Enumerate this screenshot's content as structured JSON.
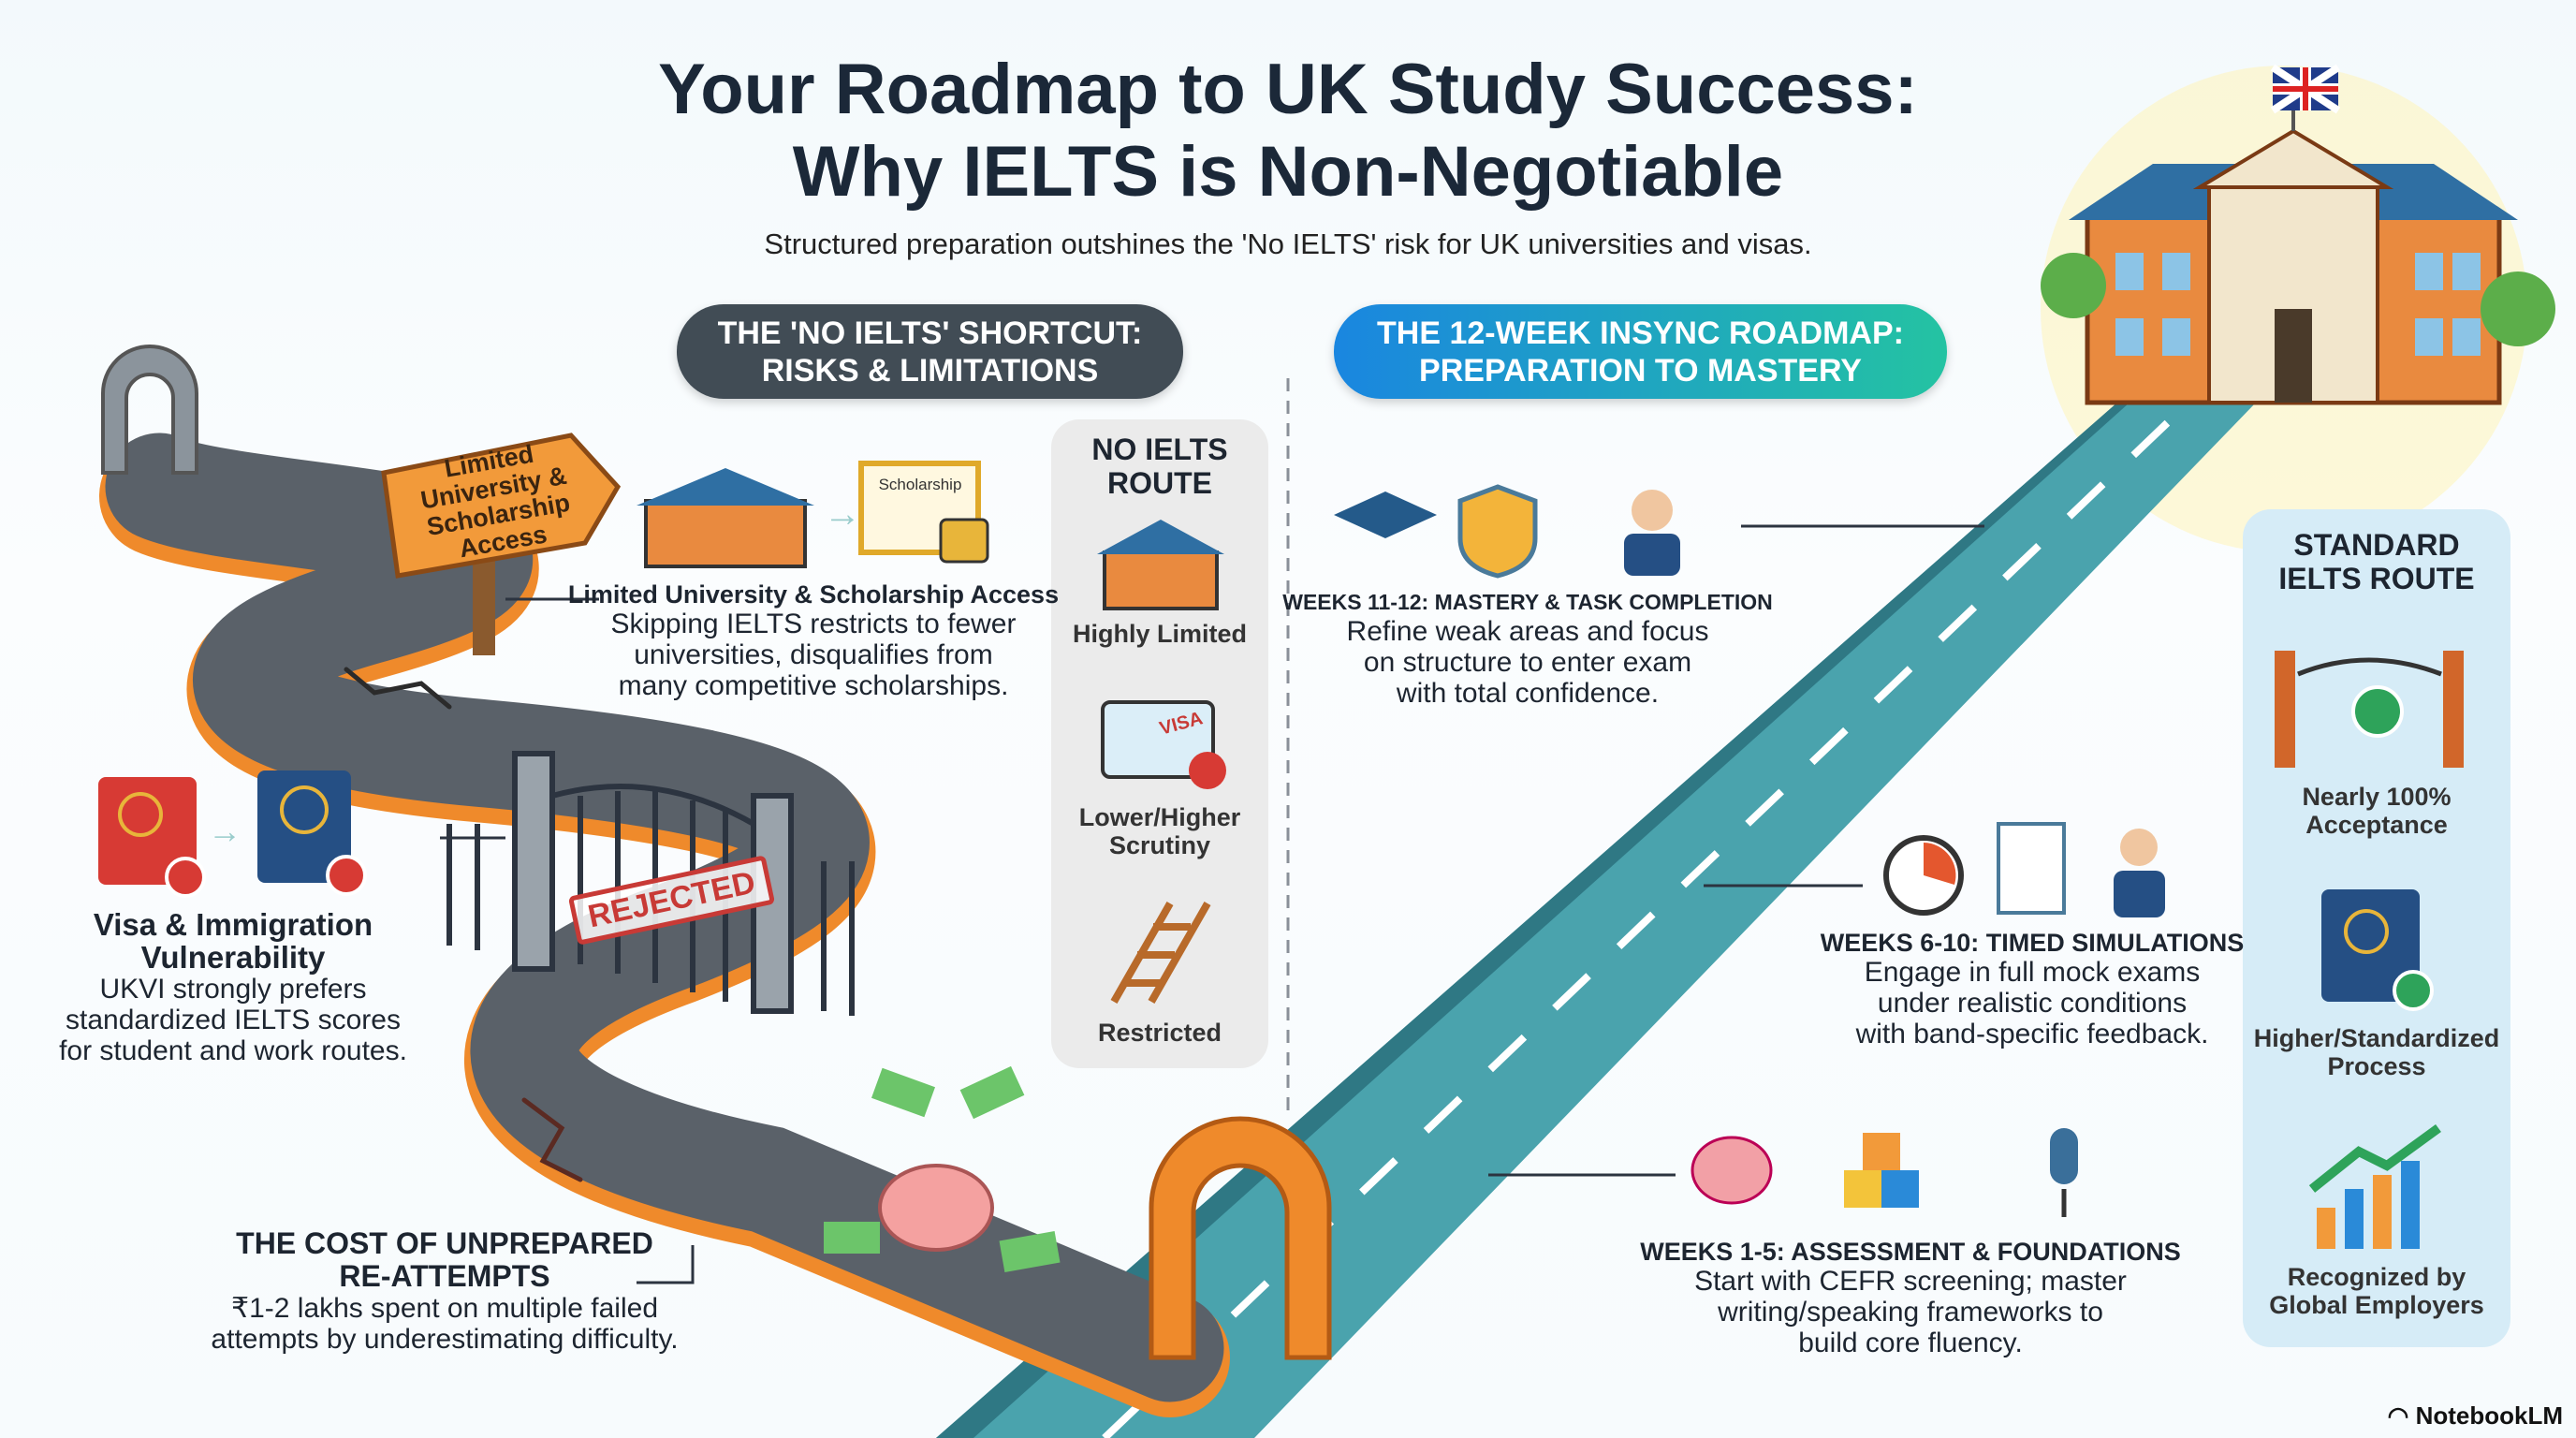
{
  "header": {
    "title_line1": "Your Roadmap to UK Study Success:",
    "title_line2": "Why IELTS is Non-Negotiable",
    "subtitle": "Structured preparation outshines the 'No IELTS' risk for UK universities and visas."
  },
  "left_section": {
    "pill_line1": "THE 'NO IELTS' SHORTCUT:",
    "pill_line2": "RISKS & LIMITATIONS",
    "signpost": "Limited University & Scholarship Access",
    "stamp": "REJECTED",
    "scholarship_label": "Scholarship",
    "items": [
      {
        "title": "Limited University & Scholarship Access",
        "body": [
          "Skipping IELTS restricts to fewer",
          "universities, disqualifies from",
          "many competitive scholarships."
        ]
      },
      {
        "title": [
          "Visa & Immigration",
          "Vulnerability"
        ],
        "body": [
          "UKVI strongly prefers",
          "standardized IELTS scores",
          "for student and work routes."
        ]
      },
      {
        "title": [
          "THE COST OF UNPREPARED",
          "RE-ATTEMPTS"
        ],
        "body": [
          "₹1-2 lakhs spent on multiple failed",
          "attempts by underestimating difficulty."
        ]
      }
    ]
  },
  "no_ielts_panel": {
    "title": [
      "NO IELTS",
      "ROUTE"
    ],
    "items": [
      {
        "icon": "school-icon",
        "label": [
          "Highly Limited"
        ]
      },
      {
        "icon": "visa-icon",
        "label": [
          "Lower/Higher",
          "Scrutiny"
        ],
        "stamp": "VISA"
      },
      {
        "icon": "ladder-icon",
        "label": [
          "Restricted"
        ]
      }
    ]
  },
  "right_section": {
    "pill_line1": "THE 12-WEEK INSYNC ROADMAP:",
    "pill_line2": "PREPARATION TO MASTERY",
    "stages": [
      {
        "title": "WEEKS 11-12: MASTERY & TASK COMPLETION",
        "body": [
          "Refine weak areas and focus",
          "on structure to enter exam",
          "with total confidence."
        ]
      },
      {
        "title": "WEEKS 6-10: TIMED SIMULATIONS",
        "body": [
          "Engage in full mock exams",
          "under realistic conditions",
          "with band-specific feedback."
        ]
      },
      {
        "title": "WEEKS 1-5: ASSESSMENT & FOUNDATIONS",
        "body": [
          "Start with CEFR screening; master",
          "writing/speaking frameworks to",
          "build core fluency."
        ]
      }
    ]
  },
  "standard_panel": {
    "title": [
      "STANDARD",
      "IELTS ROUTE"
    ],
    "items": [
      {
        "icon": "gate-check-icon",
        "label": [
          "Nearly 100%",
          "Acceptance"
        ]
      },
      {
        "icon": "passport-check-icon",
        "label": [
          "Higher/Standardized",
          "Process"
        ]
      },
      {
        "icon": "growth-chart-icon",
        "label": [
          "Recognized by",
          "Global Employers"
        ]
      }
    ]
  },
  "footer": {
    "brand": "NotebookLM"
  },
  "colors": {
    "dark_pill": "#414c55",
    "blue_start": "#1a86e0",
    "blue_end": "#24c3a2",
    "road_teal": "#3f8f9a",
    "road_grey": "#585f66",
    "road_edge": "#ef8a2b"
  }
}
